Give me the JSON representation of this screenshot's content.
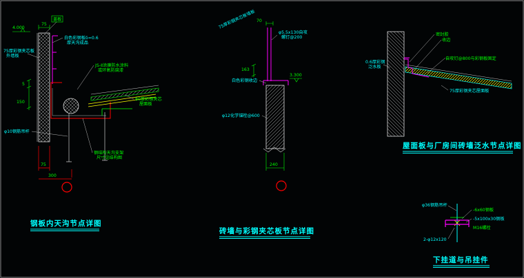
{
  "app": {
    "type": "cad-drawing-viewport",
    "background": "#020405"
  },
  "palette": {
    "cyan": "#00ffff",
    "green": "#00ff00",
    "red": "#ff0000",
    "magenta": "#ff00ff",
    "yellow": "#ffff00",
    "line": "#d8d8d8"
  },
  "details": {
    "gutter": {
      "title": "钢板内天沟节点详图",
      "elevation": "4.000",
      "dims": {
        "top_width": "75",
        "left_a": "5",
        "left_b": "150",
        "bottom_a": "75",
        "bottom_b": "300"
      },
      "labels": {
        "cover": "盖板",
        "gutter_plate_1": "白色彩钢板δ=0.6",
        "gutter_plate_2": "厚天沟成品",
        "wall_panel_1": "75厚彩钢夹芯板",
        "wall_panel_2": "外墙板",
        "coating_1": "JS-Ⅱ涂膜防水涂料",
        "coating_2": "或环氧防腐漆",
        "roof_panel_1": "80厚彩钢夹芯",
        "roof_panel_2": "屋面板",
        "hanger_rod": "φ10钢筋吊杆",
        "support_1": "钢结构天沟支架",
        "support_2": "尺寸见结构图"
      }
    },
    "brick_panel": {
      "title": "砖墙与彩钢夹芯板节点详图",
      "elevation": "3.300",
      "dims": {
        "top_width": "70",
        "height_163": "163",
        "bottom_width": "240"
      },
      "labels": {
        "wall_panel": "75厚彩钢夹芯板墙板",
        "screw_1": "φ5.5x130自攻",
        "screw_2": "螺钉@200",
        "edge_trim": "白色彩钢收边",
        "anchor": "φ12化学锚栓@600"
      }
    },
    "parapet_flashing": {
      "title": "屋面板与厂房间砖墙泛水节点详图",
      "labels": {
        "sealant": "密封胶",
        "trim": "收边",
        "screw": "自攻钉@800与彩钢板固定",
        "flashing_1": "0.6厚彩钢",
        "flashing_2": "泛水板",
        "roof_panel": "75厚彩钢夹芯屋面板"
      }
    },
    "hanger": {
      "title": "下挂道与吊挂件",
      "labels": {
        "rod": "φ36钢筋吊杆",
        "plate_a": "-6x60钢板",
        "plate_b": "-5x100x30钢板",
        "bolt": "M16螺栓",
        "bolt2": "2-φ12x120"
      }
    }
  }
}
